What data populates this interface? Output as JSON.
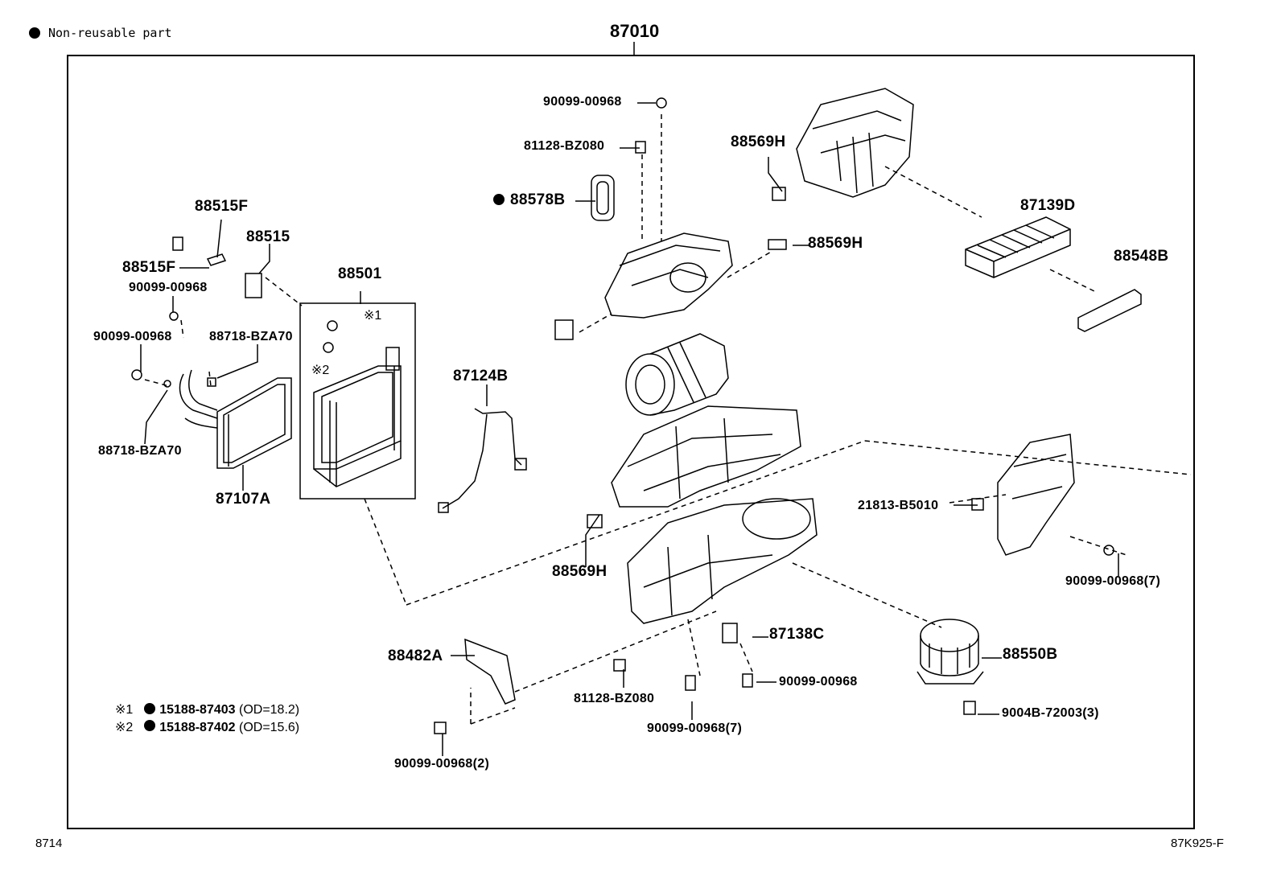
{
  "legend": {
    "label": "Non-reusable part"
  },
  "assembly_number": "87010",
  "labels": {
    "p_90099_00968_top": "90099-00968",
    "p_81128_BZ080_top": "81128-BZ080",
    "p_88578B": "88578B",
    "p_88569H_top": "88569H",
    "p_88569H_mid": "88569H",
    "p_88569H_low": "88569H",
    "p_87139D": "87139D",
    "p_88548B": "88548B",
    "p_88515F_top": "88515F",
    "p_88515": "88515",
    "p_88515F_mid": "88515F",
    "p_90099_00968_l1": "90099-00968",
    "p_90099_00968_l2": "90099-00968",
    "p_88718_BZA70_top": "88718-BZA70",
    "p_88718_BZA70_low": "88718-BZA70",
    "p_88501": "88501",
    "note_mark1": "※1",
    "note_mark2": "※2",
    "p_87107A": "87107A",
    "p_87124B": "87124B",
    "p_21813_B5010": "21813-B5010",
    "p_90099_00968_7_right": "90099-00968(7)",
    "p_88482A": "88482A",
    "p_87138C": "87138C",
    "p_90099_00968_bottom": "90099-00968",
    "p_81128_BZ080_low": "81128-BZ080",
    "p_90099_00968_7_low": "90099-00968(7)",
    "p_88550B": "88550B",
    "p_9004B_72003": "9004B-72003(3)",
    "p_90099_00968_2": "90099-00968(2)"
  },
  "notes": [
    {
      "mark": "※1",
      "part": "15188-87403",
      "spec": "(OD=18.2)"
    },
    {
      "mark": "※2",
      "part": "15188-87402",
      "spec": "(OD=15.6)"
    }
  ],
  "footer": {
    "left": "8714",
    "right": "87K925-F"
  }
}
